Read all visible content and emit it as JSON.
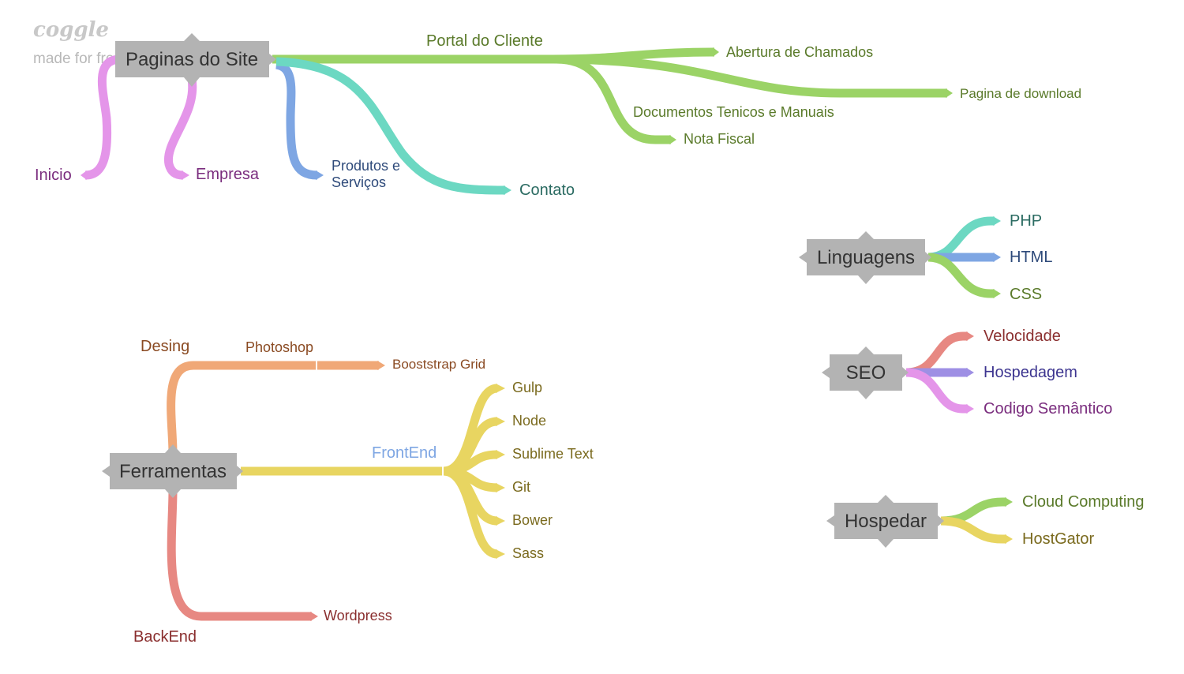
{
  "branding": {
    "logo": "coggle",
    "tagline": "made for free at coggle.it"
  },
  "colors": {
    "green": "#9bd366",
    "teal": "#6cd8c2",
    "blue": "#7ea6e3",
    "pink": "#e495e9",
    "orange": "#f0a877",
    "yellow": "#e8d561",
    "red": "#e78882",
    "purple": "#9e8fe4",
    "node": "#b3b3b3"
  },
  "nodes": {
    "paginas": "Paginas do Site",
    "linguagens": "Linguagens",
    "seo": "SEO",
    "hospedar": "Hospedar",
    "ferramentas": "Ferramentas"
  },
  "labels": {
    "portal": "Portal do Cliente",
    "abertura": "Abertura de Chamados",
    "download": "Pagina de download",
    "documentos": "Documentos Tenicos e Manuais",
    "nota": "Nota Fiscal",
    "produtos_1": "Produtos e",
    "produtos_2": "Serviços",
    "contato": "Contato",
    "inicio": "Inicio",
    "empresa": "Empresa",
    "php": "PHP",
    "html": "HTML",
    "css": "CSS",
    "velocidade": "Velocidade",
    "hospedagem": "Hospedagem",
    "codigo": "Codigo Semântico",
    "cloud": "Cloud Computing",
    "hostgator": "HostGator",
    "desing": "Desing",
    "photoshop": "Photoshop",
    "grid": "Booststrap Grid",
    "frontend": "FrontEnd",
    "gulp": "Gulp",
    "node": "Node",
    "sublime": "Sublime Text",
    "git": "Git",
    "bower": "Bower",
    "sass": "Sass",
    "backend": "BackEnd",
    "wordpress": "Wordpress"
  }
}
